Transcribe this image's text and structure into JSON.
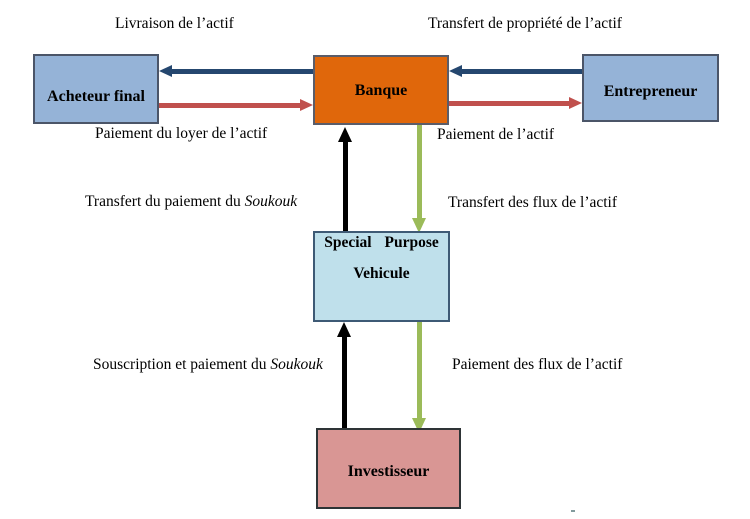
{
  "nodes": {
    "acheteur": {
      "label": "Acheteur final",
      "fill": "#95B3D7"
    },
    "banque": {
      "label": "Banque",
      "fill": "#E0670B"
    },
    "entrepreneur": {
      "label": "Entrepreneur",
      "fill": "#95B3D7"
    },
    "spv": {
      "line1": "Special Purpose",
      "line2": "Vehicule",
      "fill": "#BFE0EB"
    },
    "investisseur": {
      "label": "Investisseur",
      "fill": "#D99694"
    }
  },
  "edges": [
    {
      "from": "banque",
      "to": "acheteur",
      "color": "#25476F",
      "label": "Livraison de l’actif"
    },
    {
      "from": "acheteur",
      "to": "banque",
      "color": "#C0504D",
      "label": "Paiement du loyer de l’actif"
    },
    {
      "from": "entrepreneur",
      "to": "banque",
      "color": "#25476F",
      "label": "Transfert de propriété de l’actif"
    },
    {
      "from": "banque",
      "to": "entrepreneur",
      "color": "#C0504D",
      "label": "Paiement de l’actif"
    },
    {
      "from": "spv",
      "to": "banque",
      "color": "#000000",
      "label_prefix": "Transfert du paiement du ",
      "label_italic": "Soukouk"
    },
    {
      "from": "banque",
      "to": "spv",
      "color": "#9BBB59",
      "label": "Transfert des flux de l’actif"
    },
    {
      "from": "investisseur",
      "to": "spv",
      "color": "#000000",
      "label_prefix": "Souscription et paiement du ",
      "label_italic": "Soukouk"
    },
    {
      "from": "spv",
      "to": "investisseur",
      "color": "#9BBB59",
      "label": "Paiement des flux de l’actif"
    }
  ],
  "colors": {
    "arrow_dark_blue": "#25476F",
    "arrow_red": "#C0504D",
    "arrow_green": "#9BBB59",
    "arrow_black": "#000000",
    "node_border": "#4b5568"
  }
}
